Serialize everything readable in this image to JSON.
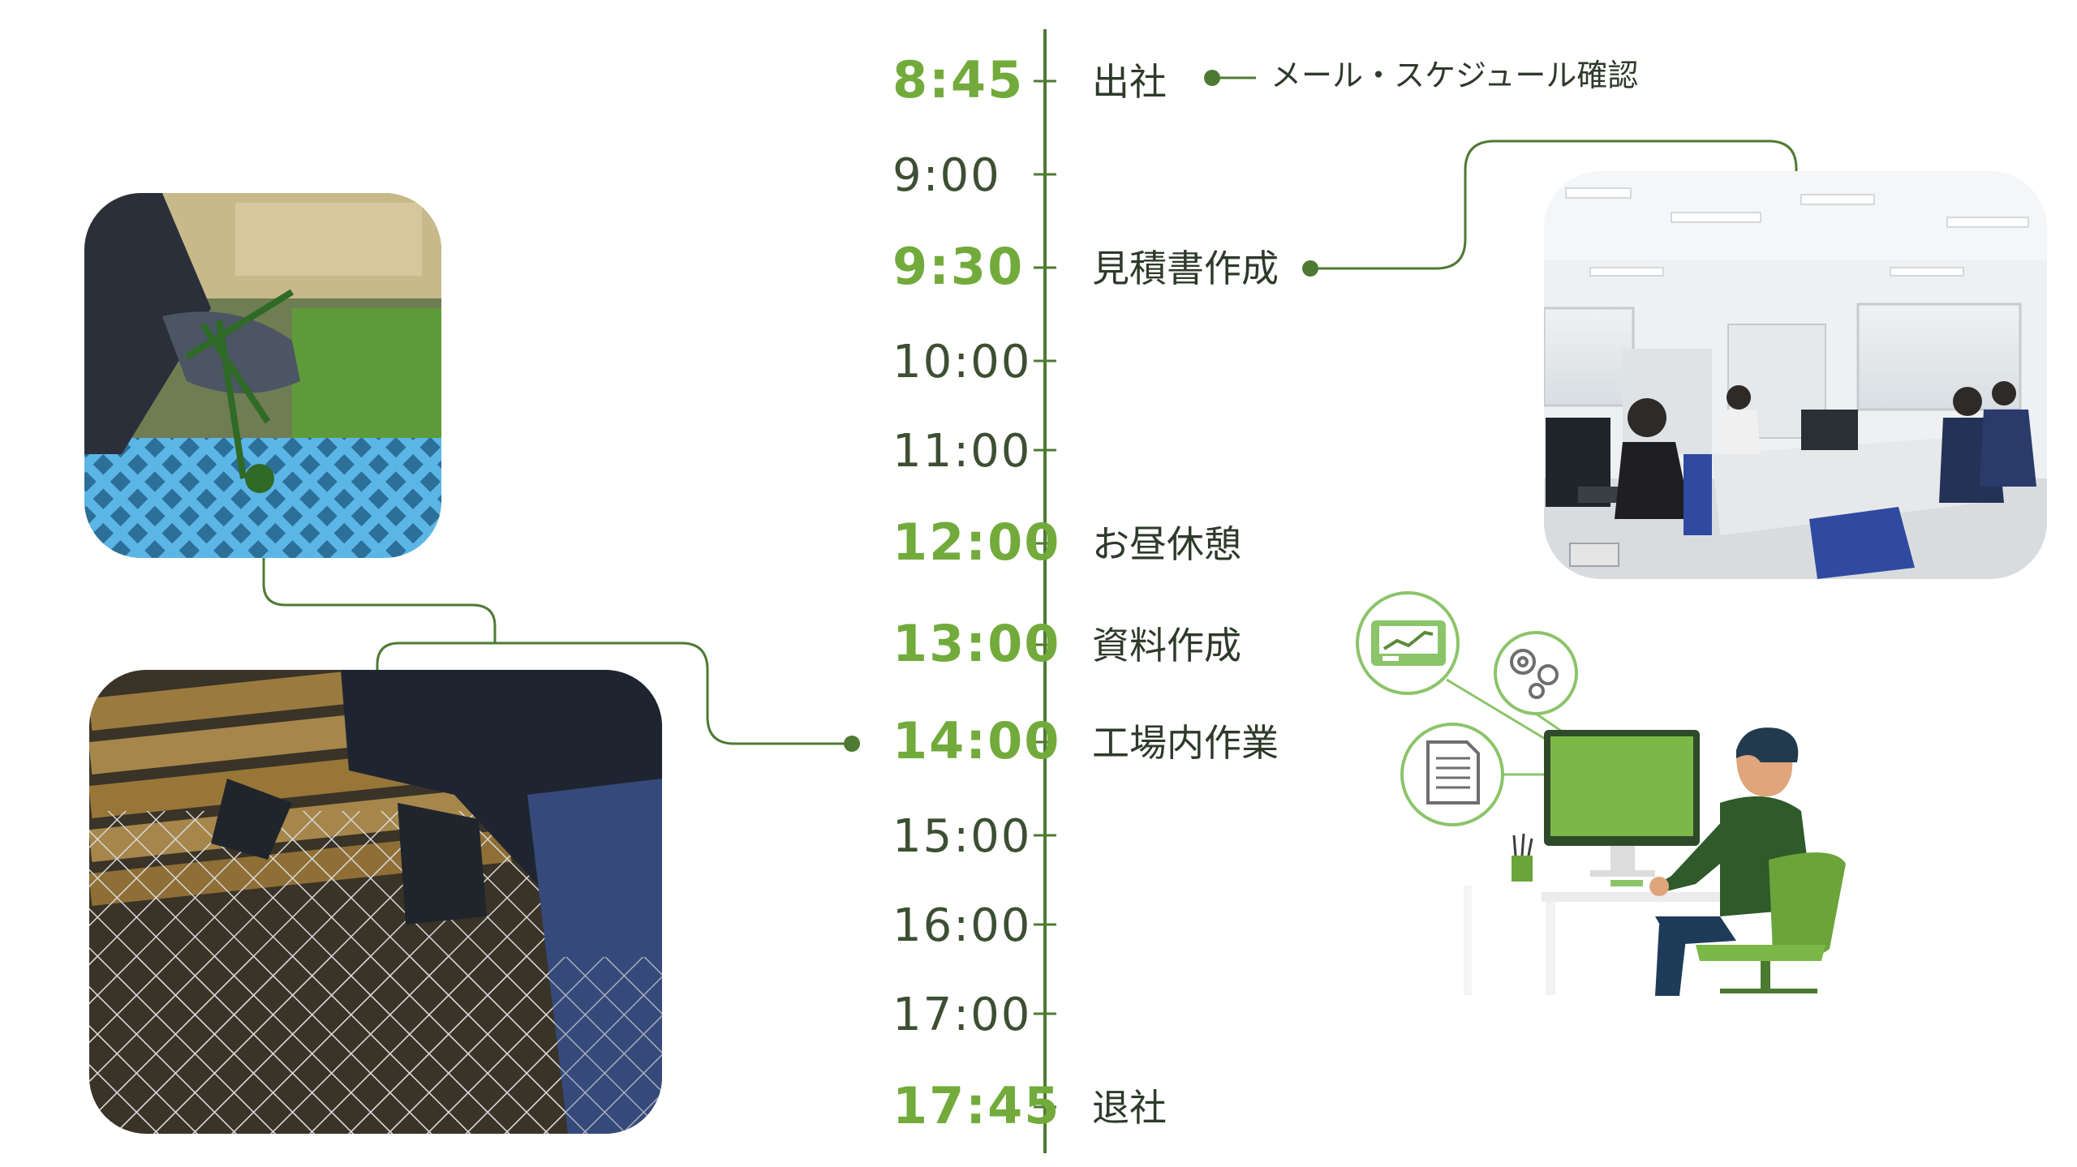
{
  "schedule": [
    {
      "time": "8:45",
      "event": "出社",
      "major": true
    },
    {
      "time": "9:00",
      "event": "",
      "major": false
    },
    {
      "time": "9:30",
      "event": "見積書作成",
      "major": true
    },
    {
      "time": "10:00",
      "event": "",
      "major": false
    },
    {
      "time": "11:00",
      "event": "",
      "major": false
    },
    {
      "time": "12:00",
      "event": "お昼休憩",
      "major": true
    },
    {
      "time": "13:00",
      "event": "資料作成",
      "major": true
    },
    {
      "time": "14:00",
      "event": "工場内作業",
      "major": true
    },
    {
      "time": "15:00",
      "event": "",
      "major": false
    },
    {
      "time": "16:00",
      "event": "",
      "major": false
    },
    {
      "time": "17:00",
      "event": "",
      "major": false
    },
    {
      "time": "17:45",
      "event": "退社",
      "major": true
    }
  ],
  "annotation": "メール・スケジュール確認",
  "photos": {
    "factory_top": "factory-sorting-photo",
    "factory_bottom": "wire-mesh-work-photo",
    "office": "office-photo",
    "illustration": "desk-worker-illustration"
  },
  "colors": {
    "timeline": "#4e7a33",
    "major_time": "#72ab3c",
    "minor_time": "#3d4f33",
    "illustration_green": "#7cb847",
    "dark_green": "#2f5a2a"
  }
}
